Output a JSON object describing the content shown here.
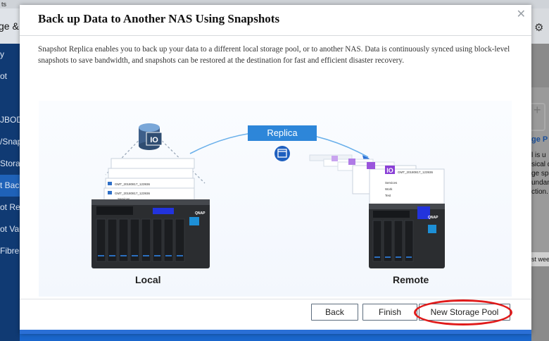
{
  "background": {
    "topbar_text": "ts",
    "sidebar_header": "ge &",
    "sidebar_items": [
      "y",
      "ot",
      "",
      "JBOD",
      "/Snap",
      "Stora",
      "t Bac",
      "ot Rep",
      "ot Vau",
      "Fibre"
    ],
    "right_panel": {
      "title": "ge P",
      "lines": [
        "l is u",
        "sical d",
        "ge spa",
        "undan",
        "ction."
      ],
      "field_text": "st wee"
    }
  },
  "dialog": {
    "title": "Back up Data to Another NAS Using Snapshots",
    "description": "Snapshot Replica enables you to back up your data to a different local storage pool, or to another NAS. Data is continuously synced using block-level snapshots to save bandwidth, and snapshots can be restored at the destination for fast and efficient disaster recovery.",
    "illustration": {
      "local_label": "Local",
      "remote_label": "Remote",
      "replica_label": "Replica",
      "io_label": "IO",
      "brand": "QNAP",
      "snapshot_name": "GMT_20180817_123936",
      "folders": [
        "Services",
        "Work",
        "Test"
      ]
    },
    "buttons": {
      "back": "Back",
      "finish": "Finish",
      "new_pool": "New Storage Pool"
    },
    "colors": {
      "accent": "#2d86d9",
      "highlight": "#e01b1b"
    }
  }
}
